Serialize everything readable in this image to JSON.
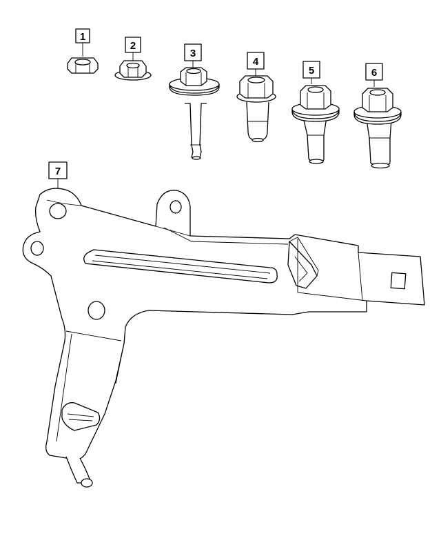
{
  "callouts": [
    {
      "label": "1",
      "part": "hex-nut-small"
    },
    {
      "label": "2",
      "part": "hex-flange-nut"
    },
    {
      "label": "3",
      "part": "long-shank-bolt"
    },
    {
      "label": "4",
      "part": "flange-bolt-short"
    },
    {
      "label": "5",
      "part": "flange-bolt"
    },
    {
      "label": "6",
      "part": "flange-bolt-long"
    },
    {
      "label": "7",
      "part": "mounting-bracket"
    }
  ]
}
